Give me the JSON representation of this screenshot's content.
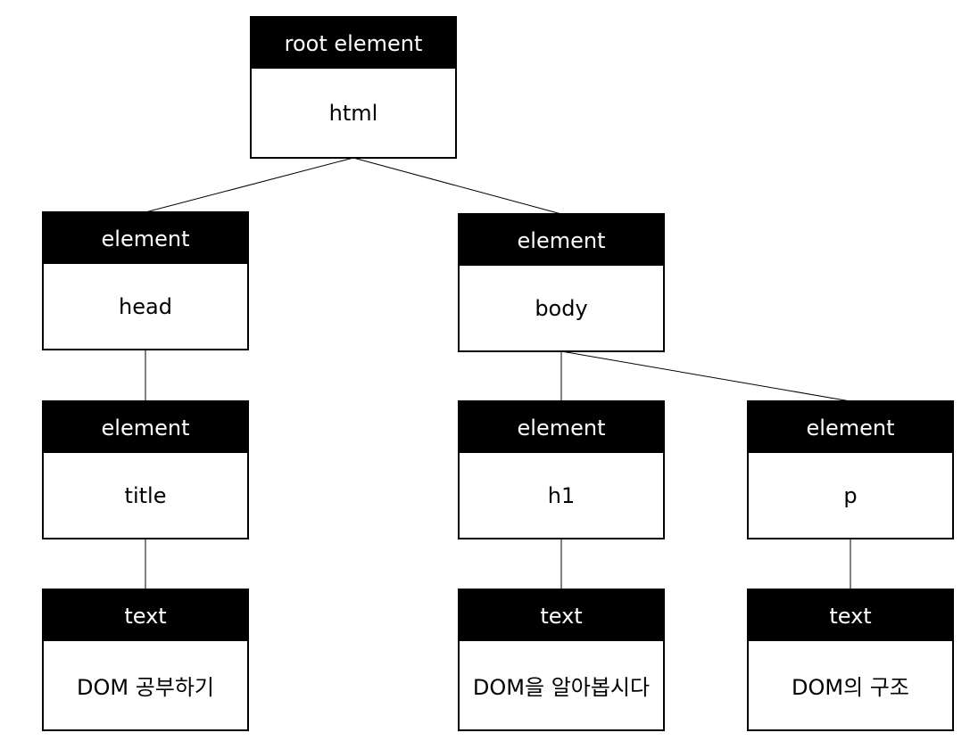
{
  "nodes": {
    "html": {
      "type": "root element",
      "name": "html"
    },
    "head": {
      "type": "element",
      "name": "head"
    },
    "body": {
      "type": "element",
      "name": "body"
    },
    "title": {
      "type": "element",
      "name": "title"
    },
    "h1": {
      "type": "element",
      "name": "h1"
    },
    "p": {
      "type": "element",
      "name": "p"
    },
    "text1": {
      "type": "text",
      "name": "DOM 공부하기"
    },
    "text2": {
      "type": "text",
      "name": "DOM을 알아봅시다"
    },
    "text3": {
      "type": "text",
      "name": "DOM의 구조"
    }
  },
  "edges": [
    [
      "html",
      "head"
    ],
    [
      "html",
      "body"
    ],
    [
      "head",
      "title"
    ],
    [
      "body",
      "h1"
    ],
    [
      "body",
      "p"
    ],
    [
      "title",
      "text1"
    ],
    [
      "h1",
      "text2"
    ],
    [
      "p",
      "text3"
    ]
  ]
}
